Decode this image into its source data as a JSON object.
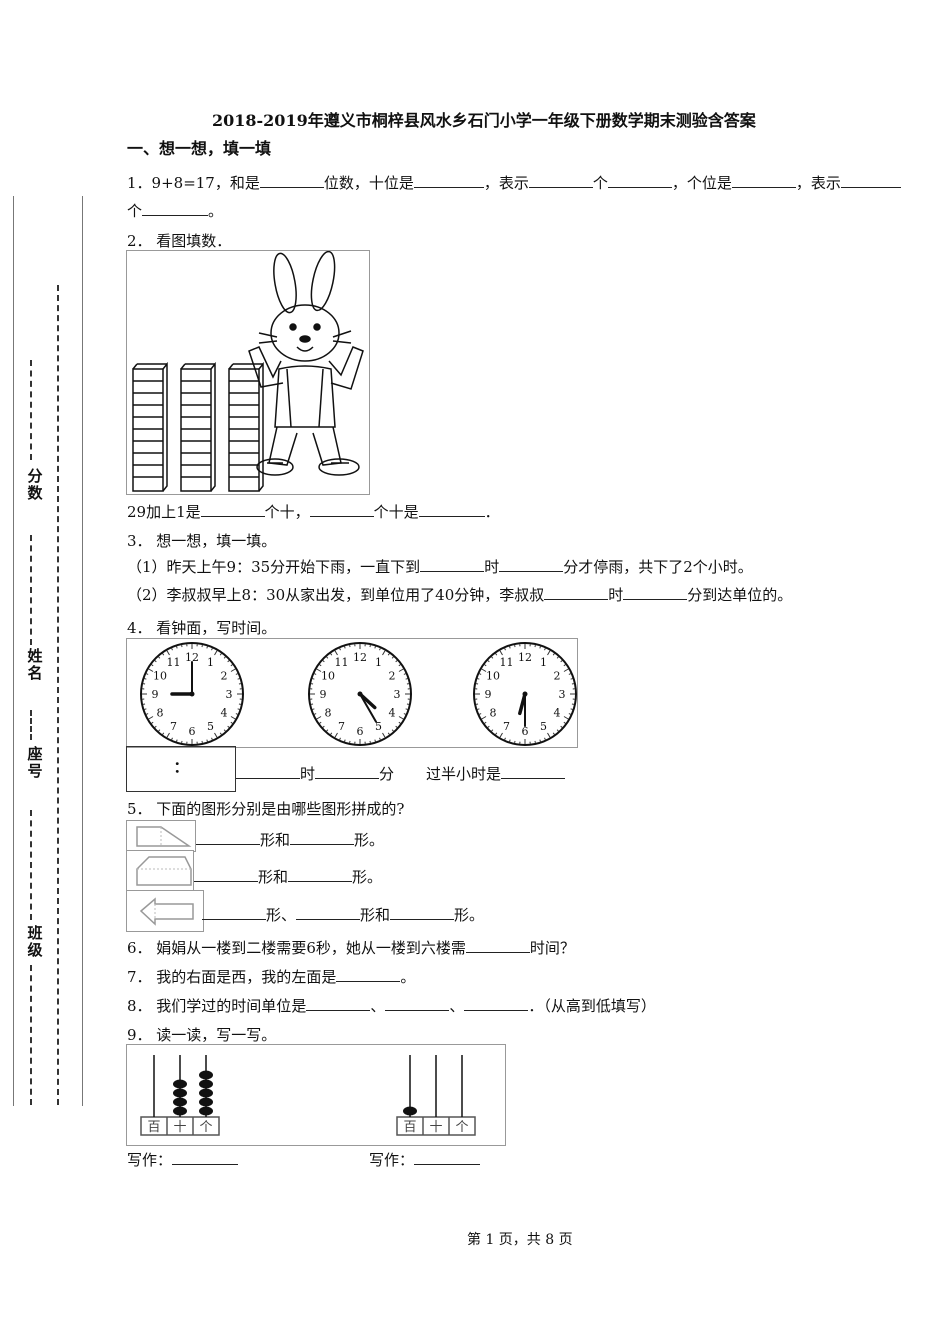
{
  "title": "2018-2019年遵义市桐梓县风水乡石门小学一年级下册数学期末测验含答案",
  "section1": "一、想一想，填一填",
  "side_labels": {
    "score": "分数",
    "name": "姓名",
    "seat": "座号",
    "class": "班级"
  },
  "q1": {
    "t1": "1．9+8=17，和是",
    "t2": "位数，十位是",
    "t3": "，表示",
    "t4": "个",
    "t5": "，个位是",
    "t6": "，表示",
    "t7": "个",
    "t8": "。"
  },
  "q2": {
    "prompt": "2． 看图填数．",
    "t1": "29加上1是",
    "t2": "个十，",
    "t3": "个十是",
    "t4": "．"
  },
  "q3": {
    "prompt": "3． 想一想，填一填。",
    "p1a": "（1）昨天上午9：35分开始下雨，一直下到",
    "p1b": "时",
    "p1c": "分才停雨，共下了2个小时。",
    "p2a": "（2）李叔叔早上8：30从家出发，到单位用了40分钟，李叔叔",
    "p2b": "时",
    "p2c": "分到达单位的。"
  },
  "q4": {
    "prompt": "4． 看钟面，写时间。",
    "box": "：",
    "t1": "时",
    "t2": "分",
    "t3": "过半小时是",
    "dial": [
      "12",
      "1",
      "2",
      "3",
      "4",
      "5",
      "6",
      "7",
      "8",
      "9",
      "10",
      "11"
    ],
    "clocks": [
      {
        "hour": 9,
        "minute": 0
      },
      {
        "hour": 4,
        "minute": 25
      },
      {
        "hour": 6,
        "minute": 30
      }
    ]
  },
  "q5": {
    "prompt": "5． 下面的图形分别是由哪些图形拼成的?",
    "r1a": "形和",
    "r1b": "形。",
    "r2a": "形和",
    "r2b": "形。",
    "r3a": "形、",
    "r3b": "形和",
    "r3c": "形。"
  },
  "q6": {
    "t1": "6． 娟娟从一楼到二楼需要6秒，她从一楼到六楼需",
    "t2": "时间？"
  },
  "q7": {
    "t1": "7． 我的右面是西，我的左面是",
    "t2": "。"
  },
  "q8": {
    "t1": "8． 我们学过的时间单位是",
    "t2": "、",
    "t3": "、",
    "t4": "．（从高到低填写）"
  },
  "q9": {
    "prompt": "9． 读一读，写一写。",
    "places": [
      "百",
      "十",
      "个"
    ],
    "write_label": "写作：",
    "abacus": [
      {
        "counts": [
          0,
          4,
          5
        ]
      },
      {
        "counts": [
          1,
          0,
          0
        ]
      }
    ]
  },
  "footer": "第 1 页，共 8 页"
}
